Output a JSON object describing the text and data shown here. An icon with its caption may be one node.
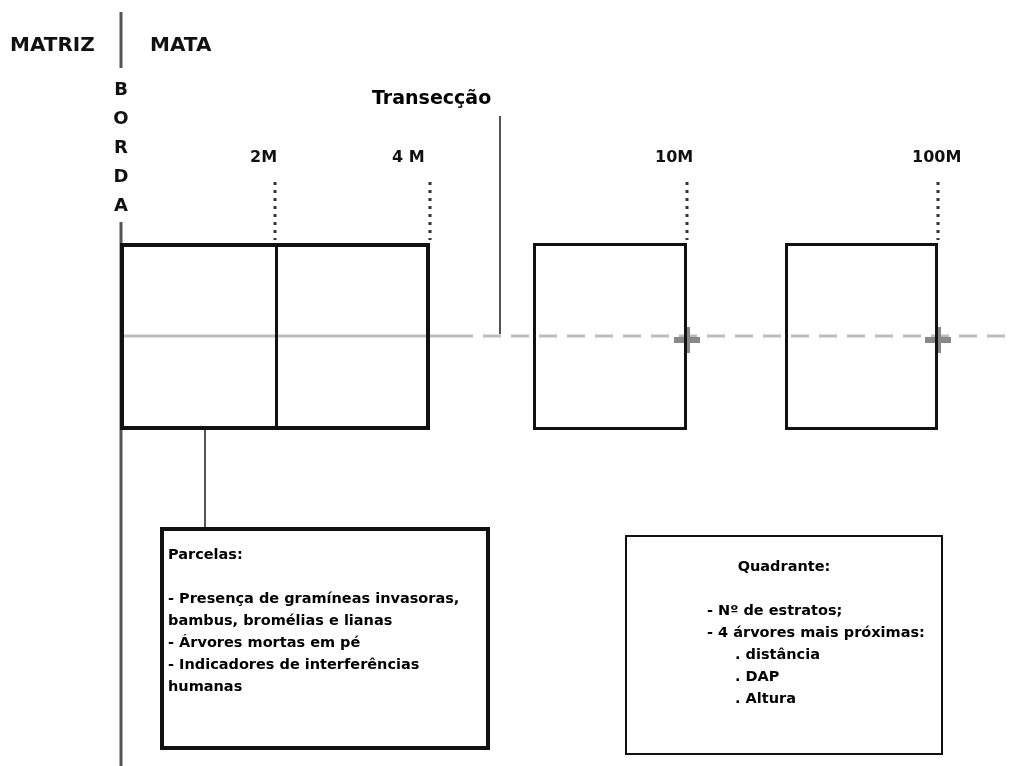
{
  "diagram": {
    "nodes": [
      {
        "text": [],
        "shape": "box"
      },
      {
        "text": [],
        "shape": "box"
      },
      {
        "text": [],
        "shape": "box"
      },
      {
        "text": [
          "Parcelas:",
          "- Presença de gramíneas invasoras, bambus, bromélias e lianas",
          "- Árvores mortas em pé",
          "- Indicadores de interferências humanas"
        ]
      },
      {
        "text": [
          "Quadrante:",
          "- Nº de estratos;",
          "- 4 árvores mais próximas:",
          ". distância",
          ". DAP",
          ". Altura"
        ]
      },
      {
        "text": [
          "Transecção"
        ]
      }
    ],
    "edges": [
      {
        "from": 0,
        "to": 3,
        "arrow": "none"
      },
      {
        "from": 5,
        "to": null,
        "arrow": "none"
      }
    ],
    "labels": [
      "MATRIZ",
      "MATA",
      "BORDA",
      "2M",
      "4 M",
      "10M",
      "100M"
    ]
  }
}
